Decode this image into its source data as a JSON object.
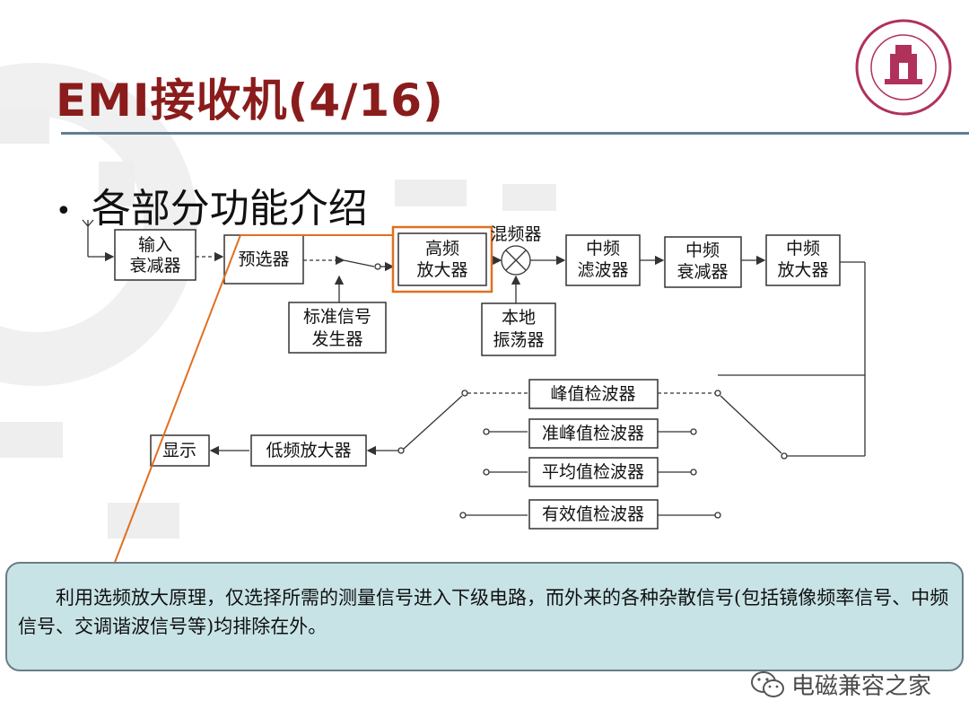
{
  "slide": {
    "title": "EMI接收机(4/16)",
    "bullet": "各部分功能介绍"
  },
  "diagram": {
    "labels": {
      "input_attenuator_1": "输入",
      "input_attenuator_2": "衰减器",
      "preselector": "预选器",
      "rf_amp_1": "高频",
      "rf_amp_2": "放大器",
      "mixer": "混频器",
      "if_filter_1": "中频",
      "if_filter_2": "滤波器",
      "if_attenuator_1": "中频",
      "if_attenuator_2": "衰减器",
      "if_amp_1": "中频",
      "if_amp_2": "放大器",
      "std_signal_1": "标准信号",
      "std_signal_2": "发生器",
      "local_osc_1": "本地",
      "local_osc_2": "振荡器",
      "peak_detector": "峰值检波器",
      "quasi_peak_detector": "准峰值检波器",
      "average_detector": "平均值检波器",
      "rms_detector": "有效值检波器",
      "display": "显示",
      "lf_amp": "低频放大器"
    },
    "highlight_color": "#e07020"
  },
  "note": {
    "text": "利用选频放大原理，仅选择所需的测量信号进入下级电路，而外来的各种杂散信号(包括镜像频率信号、中频信号、交调谐波信号等)均排除在外。"
  },
  "watermark": {
    "text": "电磁兼容之家"
  },
  "colors": {
    "title": "#8a1c1c",
    "rule": "#5e7f96",
    "note_bg": "#c8e3e6",
    "logo": "#b0325a"
  }
}
